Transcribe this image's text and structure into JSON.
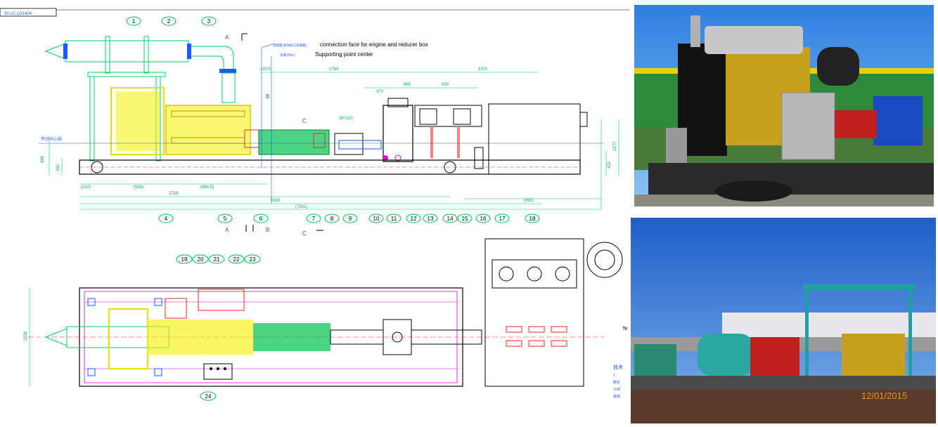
{
  "drawing": {
    "title_tab": "00 LC LO1404",
    "annotations": {
      "connection_face": "connection face for engine and reducer box",
      "supporting_point": "Supporting point center",
      "cn_line1": "连接面(发动机与减速箱)",
      "cn_line2": "支撑点中心",
      "centerline": "传动中心线",
      "tech_label": "Te",
      "tech_cn": "技术",
      "tech_lines": [
        "1 .",
        "额定",
        "冷却",
        "最高"
      ]
    },
    "section_labels": [
      "A",
      "B",
      "C",
      "A",
      "B",
      "C"
    ],
    "dims_top": [
      "193.5",
      "1794",
      "1970",
      "470",
      "965",
      "500",
      "397x30"
    ],
    "dims_bottom": [
      "(210)",
      "(580)",
      "2725",
      "(964.5)",
      "5500",
      "(991)",
      "(7431)"
    ],
    "dims_side": [
      "886",
      "382",
      "1277",
      "422",
      "2200"
    ],
    "balloons_top": [
      "1",
      "2",
      "3"
    ],
    "balloons_bottom": [
      "4",
      "5",
      "6",
      "7",
      "8",
      "9",
      "10",
      "11",
      "12",
      "13",
      "14",
      "15",
      "16",
      "17",
      "18"
    ],
    "balloons_plan": [
      "19",
      "20",
      "21",
      "22",
      "23",
      "24"
    ]
  },
  "photos": {
    "top_caption": "",
    "bottom_date": "12/01/2015"
  },
  "colors": {
    "cad_green": "#00d060",
    "cad_yellow": "#e8e000",
    "cad_blue": "#1a5aff",
    "cad_magenta": "#e000e0",
    "cad_red": "#ff2020"
  }
}
